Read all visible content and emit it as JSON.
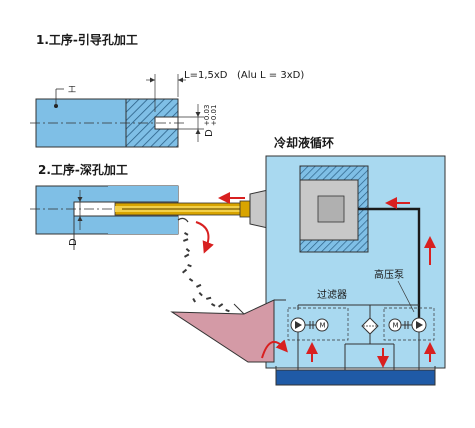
{
  "step1": {
    "title": "1.工序-引导孔加工",
    "workpiece_label": "工",
    "dim_length": "L=1,5xD",
    "dim_alu": "(Alu L = 3xD)",
    "tolerance_upper": "+0.03",
    "tolerance_lower": "+0.01",
    "dim_diameter": "D"
  },
  "step2": {
    "title": "2.工序-深孔加工",
    "dim_diameter": "D"
  },
  "cooling": {
    "title": "冷却液循环",
    "high_pressure_pump": "高压泵",
    "filter": "过滤器",
    "motor_symbol": "M"
  },
  "colors": {
    "workpiece": "#7fbfe6",
    "hatch": "#2a5f86",
    "tank": "#a9d9f0",
    "coolant": "#1f5aa6",
    "drill": "#d8a400",
    "holder": "#c8c8c8",
    "chute": "#d49aa6",
    "arrow": "#d82020"
  }
}
